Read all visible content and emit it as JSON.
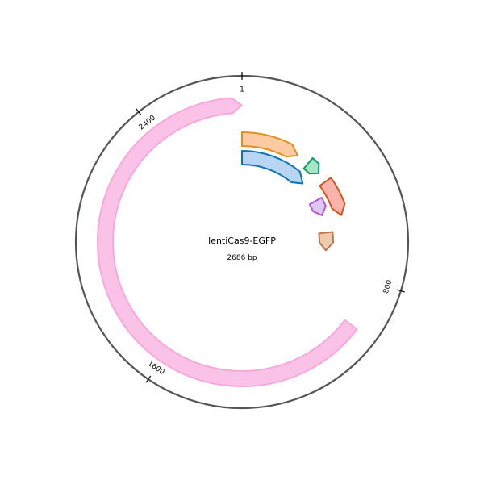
{
  "plasmid": {
    "name": "lentiCas9-EGFP",
    "size_label": "2686 bp",
    "total_bp": 2686
  },
  "backbone": {
    "color": "#555555"
  },
  "ticks": [
    {
      "bp": 1,
      "label": "1"
    },
    {
      "bp": 800,
      "label": "800"
    },
    {
      "bp": 1600,
      "label": "1600"
    },
    {
      "bp": 2400,
      "label": "2400"
    }
  ],
  "features": [
    {
      "id": "pink-feature",
      "track": 1,
      "start": 950,
      "end": 2686,
      "direction": "forward",
      "fill": "#f9c2e6",
      "stroke": "#f7a8dc"
    },
    {
      "id": "orange-feature",
      "track": 2,
      "start": 1,
      "end": 245,
      "direction": "forward",
      "fill": "#fdcaa1",
      "stroke": "#e0901e"
    },
    {
      "id": "green-feature",
      "track": 2,
      "start": 300,
      "end": 360,
      "direction": "forward",
      "fill": "#a6e6c4",
      "stroke": "#109c6a"
    },
    {
      "id": "red-feature",
      "track": 2,
      "start": 405,
      "end": 560,
      "direction": "forward",
      "fill": "#fbb4ac",
      "stroke": "#d4551a"
    },
    {
      "id": "blue-feature",
      "track": 3,
      "start": 1,
      "end": 345,
      "direction": "forward",
      "fill": "#b8d6f4",
      "stroke": "#0e72b4"
    },
    {
      "id": "purple-feature",
      "track": 3,
      "start": 455,
      "end": 535,
      "direction": "forward",
      "fill": "#e2c6f2",
      "stroke": "#b05ac8"
    },
    {
      "id": "tan-feature",
      "track": 3,
      "start": 625,
      "end": 715,
      "direction": "forward",
      "fill": "#eecaae",
      "stroke": "#c0784a"
    }
  ]
}
